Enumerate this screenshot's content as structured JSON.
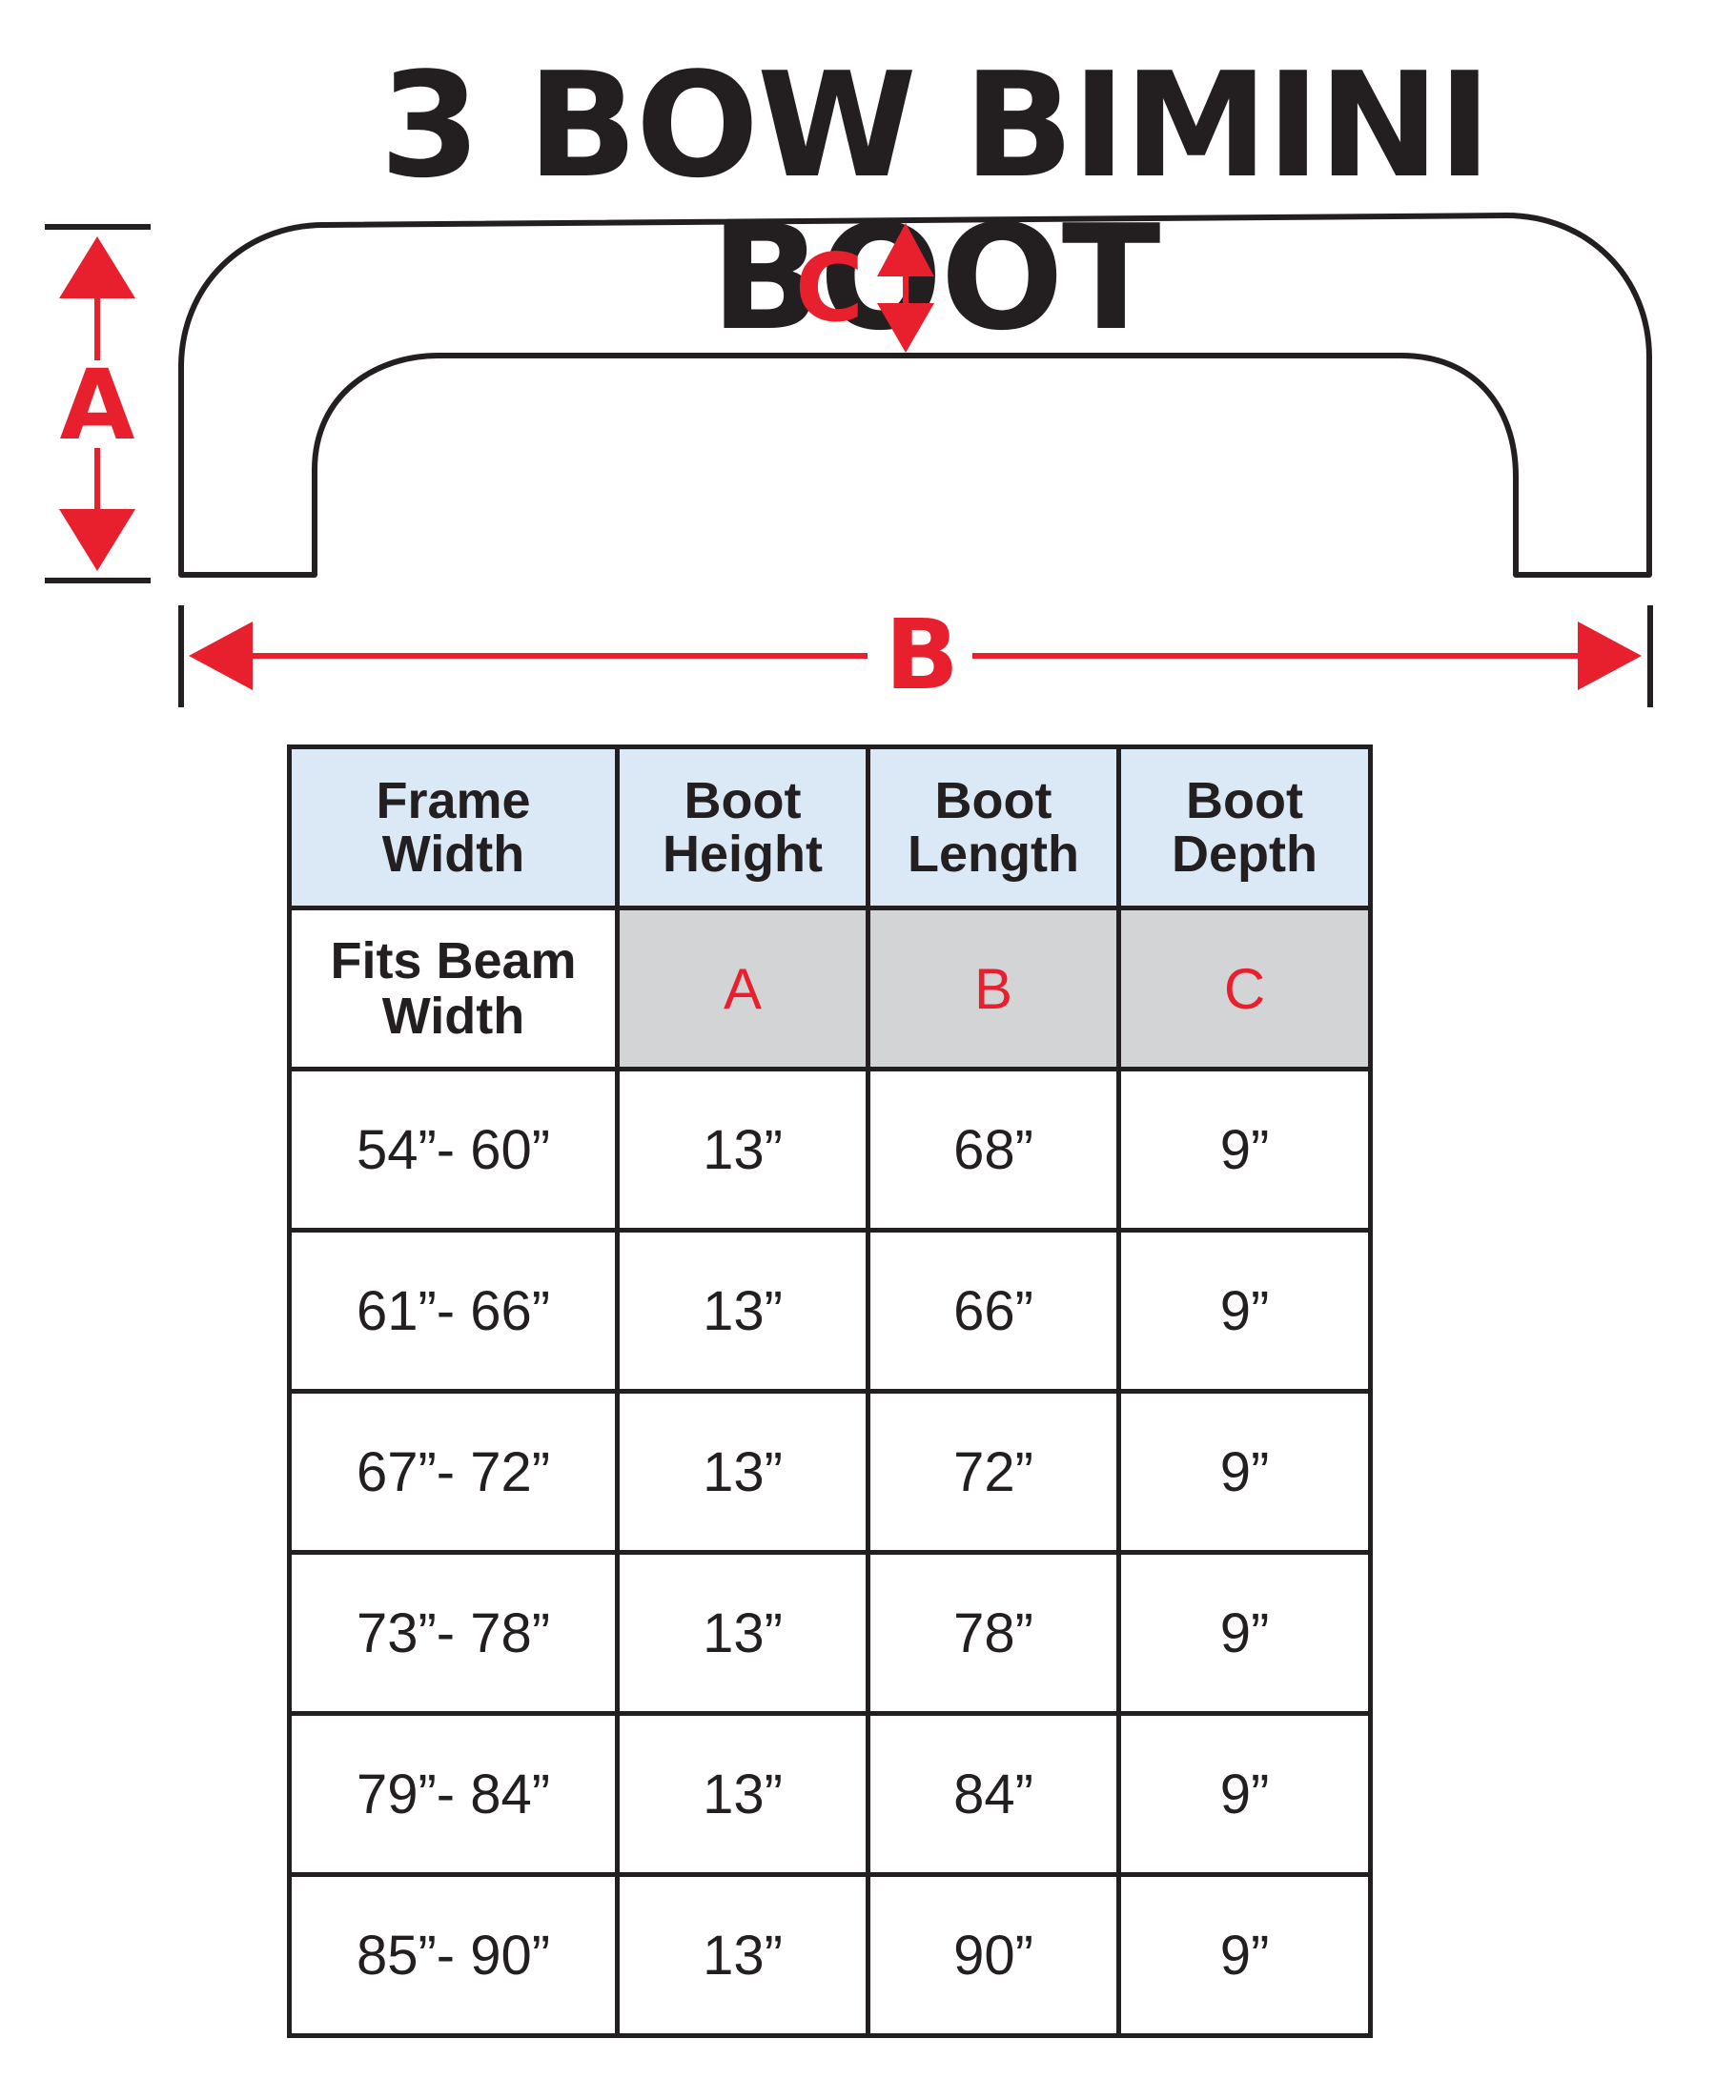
{
  "title": "3 BOW BIMINI BOOT",
  "colors": {
    "accent": "#e8202e",
    "outline": "#231f20",
    "header_bg": "#dbe8f6",
    "letter_row_bg": "#d3d4d6"
  },
  "diagram": {
    "label_a": "A",
    "label_b": "B",
    "label_c": "C"
  },
  "table": {
    "headers": [
      [
        "Frame",
        "Width"
      ],
      [
        "Boot",
        "Height"
      ],
      [
        "Boot",
        "Length"
      ],
      [
        "Boot",
        "Depth"
      ]
    ],
    "subheader": {
      "fits": [
        "Fits Beam",
        "Width"
      ],
      "letters": [
        "A",
        "B",
        "C"
      ]
    },
    "rows": [
      [
        "54”- 60”",
        "13”",
        "68”",
        "9”"
      ],
      [
        "61”- 66”",
        "13”",
        "66”",
        "9”"
      ],
      [
        "67”- 72”",
        "13”",
        "72”",
        "9”"
      ],
      [
        "73”- 78”",
        "13”",
        "78”",
        "9”"
      ],
      [
        "79”- 84”",
        "13”",
        "84”",
        "9”"
      ],
      [
        "85”- 90”",
        "13”",
        "90”",
        "9”"
      ]
    ]
  }
}
